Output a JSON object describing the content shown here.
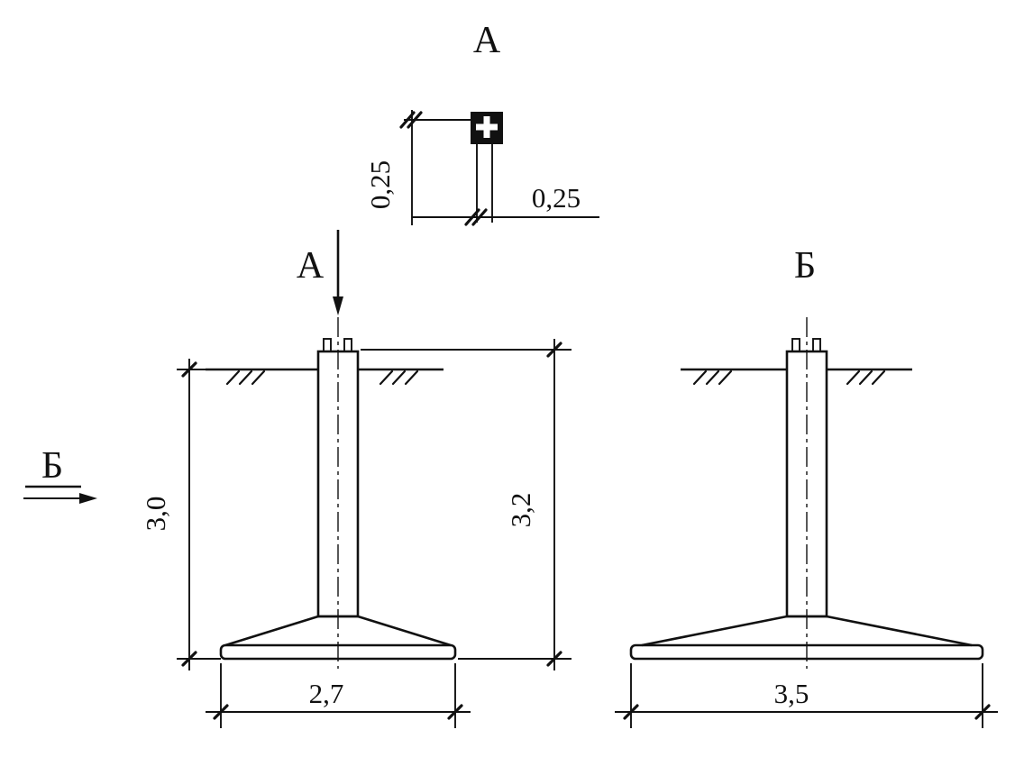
{
  "plan_view": {
    "title": "А",
    "height_dim": "0,25",
    "width_dim": "0,25"
  },
  "section_markers": {
    "a_label": "А",
    "b_label": "Б"
  },
  "front_view": {
    "embed_depth_dim": "3,0",
    "total_height_dim": "3,2",
    "base_width_dim": "2,7"
  },
  "side_view": {
    "title": "Б",
    "base_width_dim": "3,5"
  }
}
